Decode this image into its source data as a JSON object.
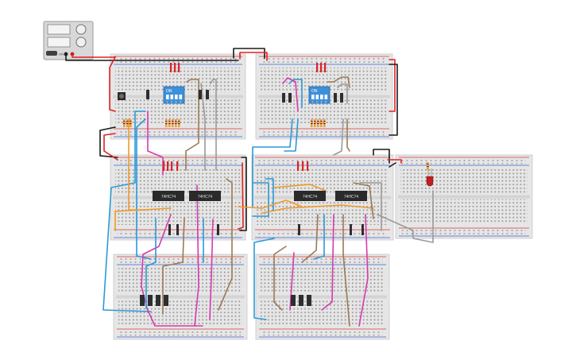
{
  "power_supply": {
    "button_label": "ON"
  },
  "dip_switches": [
    {
      "label": "ON",
      "pins": [
        "1",
        "2",
        "3",
        "4"
      ]
    },
    {
      "label": "ON",
      "pins": [
        "1",
        "2",
        "3",
        "4"
      ]
    }
  ],
  "ics": [
    {
      "label": "74HC74"
    },
    {
      "label": "74HC74"
    },
    {
      "label": "74HC74"
    },
    {
      "label": "74HC74"
    }
  ],
  "colors": {
    "canvas": "#ffffff",
    "board": "#e6e6e6",
    "rail_red": "#d63a3a",
    "rail_blue": "#3a5fd6",
    "wire_red": "#e02020",
    "wire_black": "#1a1a1a",
    "wire_blue": "#2a9ad8",
    "wire_magenta": "#d63ab0",
    "wire_brown": "#9a7a55",
    "wire_orange": "#f09a2a",
    "wire_gray": "#9a9a9a",
    "dip_body": "#3c8fd8",
    "ic_body": "#2a2a2a",
    "led": "#c02020"
  }
}
